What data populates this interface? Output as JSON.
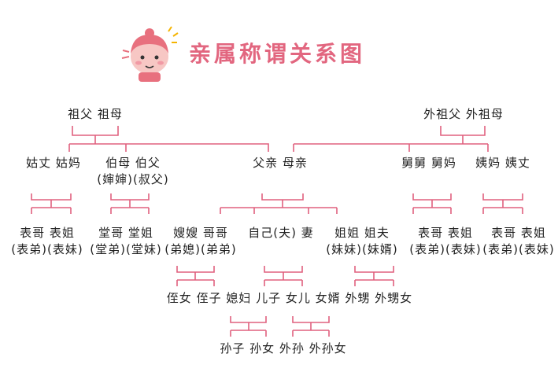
{
  "title": "亲属称谓关系图",
  "colors": {
    "line": "#e0607e",
    "title": "#e2667f",
    "text": "#222222"
  },
  "labels": {
    "grandparents": "祖父 祖母",
    "maternal_grandparents": "外祖父 外祖母",
    "aunt_uncle_paternal": "姑丈 姑妈",
    "bomu_bofu": "伯母 伯父",
    "bomu_bofu_sub": "(婶婶)(叔父)",
    "parents": "父亲 母亲",
    "jiujiu": "舅舅 舅妈",
    "yima": "姨妈 姨丈",
    "cousin1": "表哥 表姐",
    "cousin1_sub": "(表弟)(表妹)",
    "tangge": "堂哥 堂姐",
    "tangge_sub": "(堂弟)(堂妹)",
    "sasa": "嫂嫂 哥哥",
    "sasa_sub": "(弟媳)(弟弟)",
    "self": "自己(夫) 妻",
    "jiejie": "姐姐 姐夫",
    "jiejie_sub": "(妹妹)(妹婿)",
    "cousin2": "表哥 表姐",
    "cousin2_sub": "(表弟)(表妹)",
    "cousin3": "表哥 表姐",
    "cousin3_sub": "(表弟)(表妹)",
    "children": "侄女 侄子 媳妇 儿子 女儿 女婿 外甥 外甥女",
    "grandchildren": "孙子 孙女 外孙 外孙女"
  }
}
